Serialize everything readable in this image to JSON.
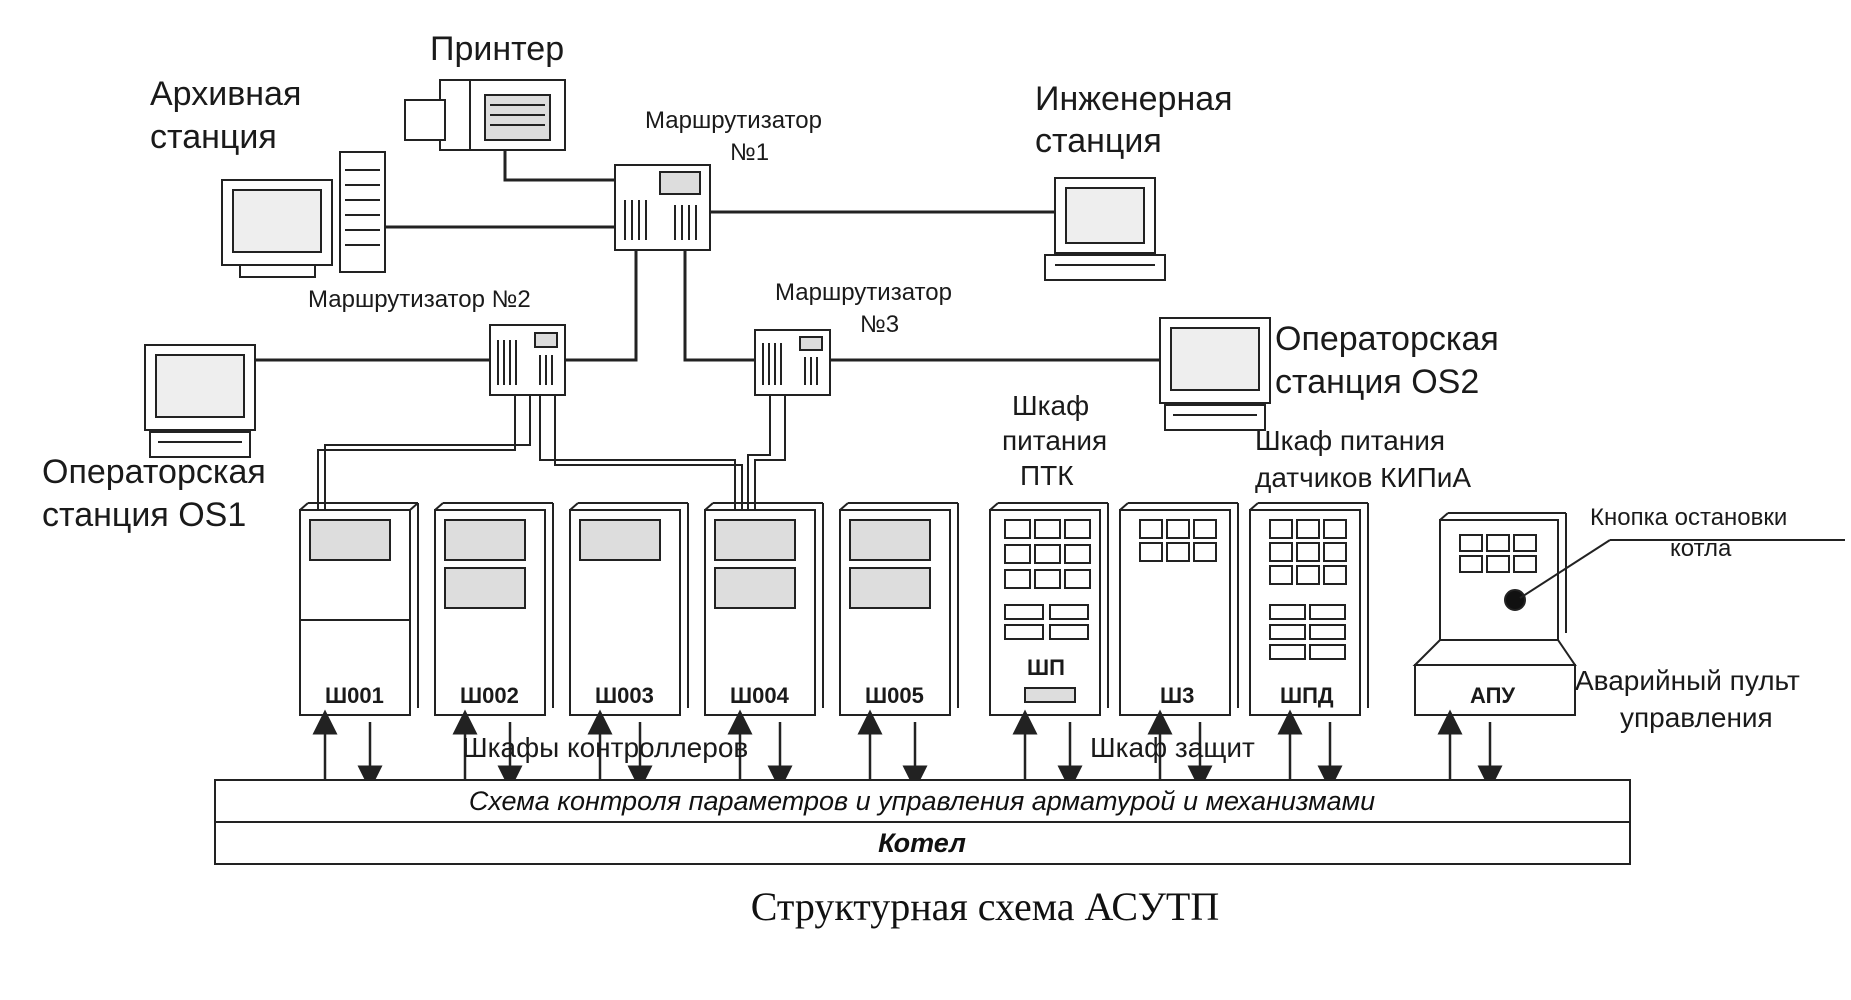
{
  "labels": {
    "printer": "Принтер",
    "archive_1": "Архивная",
    "archive_2": "станция",
    "router1_1": "Маршрутизатор",
    "router1_2": "№1",
    "eng_1": "Инженерная",
    "eng_2": "станция",
    "router2": "Маршрутизатор  №2",
    "router3_1": "Маршрутизатор",
    "router3_2": "№3",
    "os2_1": "Операторская",
    "os2_2": "станция OS2",
    "os1_1": "Операторская",
    "os1_2": "станция OS1",
    "ptk_1": "Шкаф",
    "ptk_2": "питания",
    "ptk_3": "ПТК",
    "kip_1": "Шкаф питания",
    "kip_2": "датчиков КИПиА",
    "stop_1": "Кнопка остановки",
    "stop_2": "котла",
    "apu_1": "Аварийный пульт",
    "apu_2": "управления",
    "controllers": "Шкафы контроллеров",
    "protect": "Шкаф защит"
  },
  "cabinets": {
    "c1": "Ш001",
    "c2": "Ш002",
    "c3": "Ш003",
    "c4": "Ш004",
    "c5": "Ш005",
    "shp": "ШП",
    "sh3": "Ш3",
    "shpd": "ШПД",
    "apu": "АПУ"
  },
  "bars": {
    "scheme": "Схема контроля параметров и управления арматурой и механизмами",
    "boiler": "Котел"
  },
  "caption": "Структурная схема АСУТП"
}
